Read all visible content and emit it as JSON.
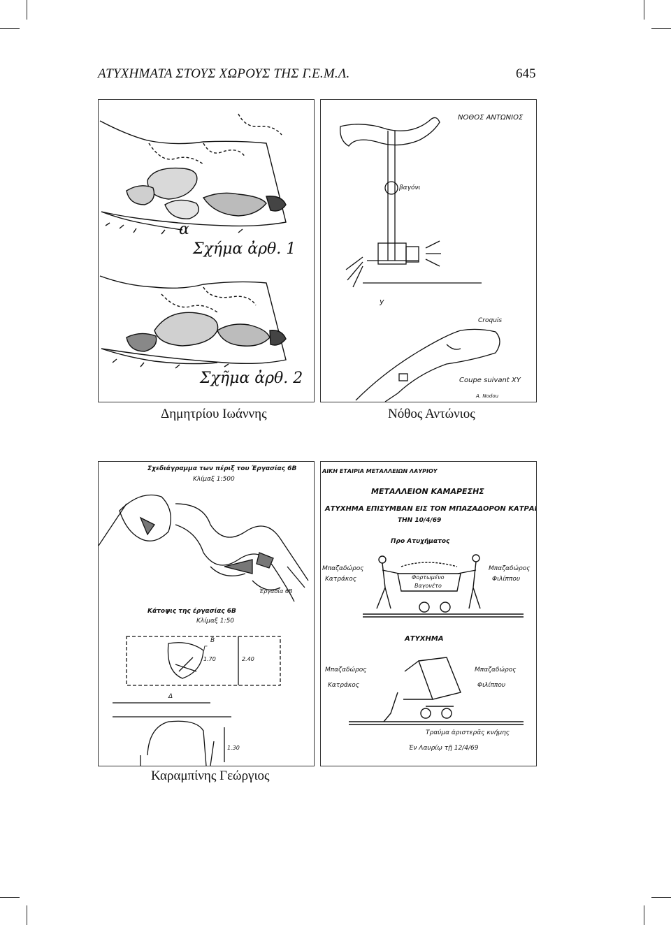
{
  "header": {
    "running_title": "ΑΤΥΧΗΜΑΤΑ ΣΤΟΥΣ ΧΩΡΟΥΣ ΤΗΣ Γ.Ε.Μ.Λ.",
    "page_number": "645"
  },
  "captions": {
    "top_left": "Δημητρίου Ιωάννης",
    "top_right": "Νόθος Αντώνιος",
    "bottom_left": "Καραμπίνης Γεώργιος"
  },
  "panel1": {
    "label_a": "α",
    "fig1": "Σχήμα ἀρθ. 1",
    "fig2": "Σχῆμα ἀρθ. 2"
  },
  "panel2": {
    "name": "ΝΟΘΟΣ ΑΝΤΩΝΙΟΣ",
    "croquis": "Croquis",
    "coupe": "Coupe suivant XY",
    "vagoni": "βαγόνι",
    "label_y": "y",
    "signature": "A. Nodou"
  },
  "panel3": {
    "title": "Σχεδιάγραμμα των πέριξ του Έργασίας 6Β",
    "scale1": "Κλίμαξ 1:500",
    "ergasia": "Έργασία 6Β",
    "plan_title": "Κάτοψις της έργασίας 6Β",
    "scale2": "Κλίμαξ 1:50",
    "marker_b": "Β",
    "marker_g": "Γ",
    "marker_d": "Δ",
    "dim1": "1.70",
    "dim2": "2.40",
    "dim3": "1.30"
  },
  "panel4": {
    "company": "ΑΙΚΗ ΕΤΑΙΡΙΑ ΜΕΤΑΛΛΕΙΩΝ ΛΑΥΡΙΟΥ",
    "mine": "ΜΕΤΑΛΛΕΙΟΝ ΚΑΜΑΡΕΣΗΣ",
    "accident": "ΑΤΥΧΗΜΑ ΕΠΙΣΥΜΒΑΝ ΕΙΣ ΤΟΝ ΜΠΑΖΑΔΟΡΟΝ ΚΑΤΡΑΚΟΝ",
    "date_line": "ΤΗΝ 10/4/69",
    "before": "Προ Ατυχήματος",
    "worker1_a": "Μπαζαδώρος",
    "worker1_b": "Κατράκος",
    "worker2_a": "Μπαζαδώρος",
    "worker2_b": "Φιλίππου",
    "wagon_a": "Φορτωμένο",
    "wagon_b": "Βαγονέτο",
    "event": "ΑΤΥΧΗΜΑ",
    "wound": "Τραύμα ἀριστερᾶς κνήμης",
    "place_date": "Ἐν Λαυρίῳ τῇ 12/4/69"
  }
}
